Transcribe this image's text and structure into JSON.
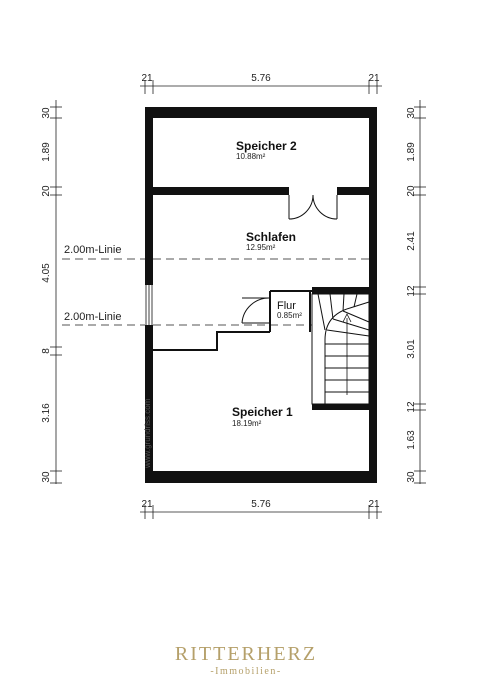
{
  "dimensions": {
    "top": [
      "21",
      "5.76",
      "21"
    ],
    "bottom": [
      "21",
      "5.76",
      "21"
    ],
    "left": [
      "30",
      "1.89",
      "20",
      "4.05",
      "8",
      "3.16",
      "30"
    ],
    "right": [
      "30",
      "1.89",
      "20",
      "2.41",
      "12",
      "3.01",
      "12",
      "1.63",
      "30"
    ]
  },
  "rooms": [
    {
      "name": "Speicher 2",
      "area": "10.88m²"
    },
    {
      "name": "Schlafen",
      "area": "12.95m²"
    },
    {
      "name": "Flur",
      "area": "0.85m²"
    },
    {
      "name": "Speicher 1",
      "area": "18.19m²"
    }
  ],
  "height_lines": {
    "label_1": "2.00m-Linie",
    "label_2": "2.00m-Linie"
  },
  "watermark": "www.grundriss.com",
  "logo": {
    "brand": "RITTERHERZ",
    "subtitle": "-Immobilien-"
  },
  "colors": {
    "wall": "#111111",
    "logo": "#b5a06a"
  }
}
